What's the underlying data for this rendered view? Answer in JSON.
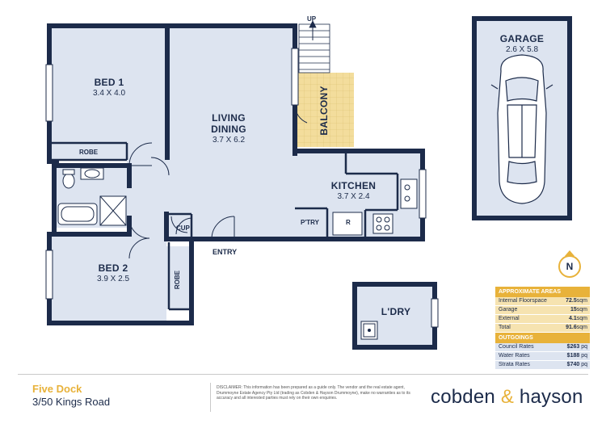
{
  "rooms": {
    "bed1": {
      "name": "BED 1",
      "dims": "3.4 X 4.0"
    },
    "bed2": {
      "name": "BED 2",
      "dims": "3.9 X 2.5"
    },
    "living": {
      "name": "LIVING",
      "name2": "DINING",
      "dims": "3.7 X 6.2"
    },
    "kitchen": {
      "name": "KITCHEN",
      "dims": "3.7 X 2.4"
    },
    "garage": {
      "name": "GARAGE",
      "dims": "2.6 X 5.8"
    },
    "balcony": {
      "name": "BALCONY"
    },
    "laundry": {
      "name": "L'DRY"
    }
  },
  "labels": {
    "robe1": "ROBE",
    "robe2": "ROBE",
    "cup": "CUP",
    "pantry": "P'TRY",
    "fridge": "R",
    "entry": "ENTRY",
    "up": "UP",
    "north": "N"
  },
  "areas": {
    "header": "APPROXIMATE AREAS",
    "rows": [
      {
        "label": "Internal Floorspace",
        "value": "72.5",
        "unit": "sqm"
      },
      {
        "label": "Garage",
        "value": "15",
        "unit": "sqm"
      },
      {
        "label": "External",
        "value": "4.1",
        "unit": "sqm"
      },
      {
        "label": "Total",
        "value": "91.6",
        "unit": "sqm"
      }
    ],
    "outgoings_header": "OUTGOINGS",
    "outgoings": [
      {
        "label": "Council Rates",
        "value": "$263",
        "unit": "pq"
      },
      {
        "label": "Water Rates",
        "value": "$188",
        "unit": "pq"
      },
      {
        "label": "Strata Rates",
        "value": "$740",
        "unit": "pq"
      }
    ]
  },
  "footer": {
    "suburb": "Five Dock",
    "address": "3/50 Kings Road",
    "disclaimer": "DISCLAIMER: This information has been prepared as a guide only. The vendor and the real estate agent, Drummoyne Estate Agency Pty Ltd (trading as Cobden & Hayson Drummoyne), make no warranties as to its accuracy and all interested parties must rely on their own enquiries.",
    "brand_left": "cobden ",
    "brand_amp": "&",
    "brand_right": " hayson"
  },
  "colors": {
    "wall": "#1c2b4a",
    "floor": "#dde4f0",
    "balcony": "#f3dd9c",
    "accent": "#e8b23a"
  }
}
